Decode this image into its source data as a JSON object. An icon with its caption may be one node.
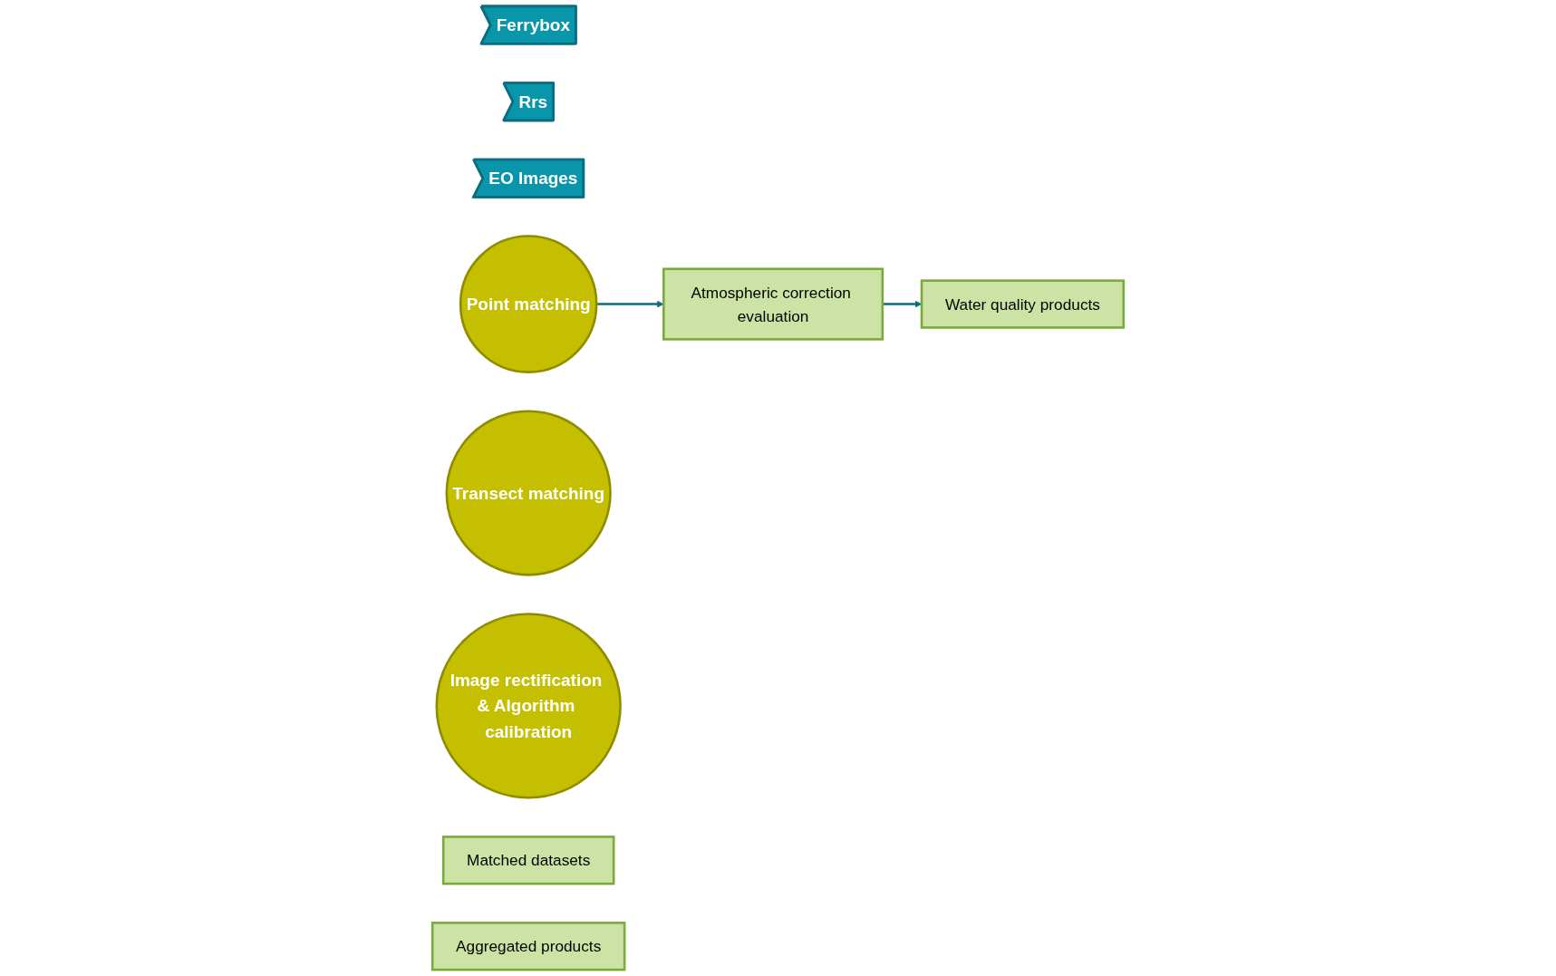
{
  "diagram": {
    "nodes": [
      {
        "text": [
          "Ferrybox"
        ]
      },
      {
        "text": [
          "Rrs"
        ]
      },
      {
        "text": [
          "EO Images"
        ]
      },
      {
        "text": [
          "Point matching"
        ]
      },
      {
        "text": [
          "Transect matching"
        ]
      },
      {
        "text": [
          "Image rectification & Algorithm calibration"
        ]
      },
      {
        "text": [
          "Matched datasets"
        ]
      },
      {
        "text": [
          "Atmospheric correction evaluation"
        ]
      },
      {
        "text": [
          "Water quality products"
        ]
      },
      {
        "text": [
          "Aggregated products"
        ]
      }
    ],
    "edges": [
      {
        "from": 3,
        "to": 7,
        "arrow": "to"
      },
      {
        "from": 7,
        "to": 8,
        "arrow": "to"
      }
    ]
  }
}
